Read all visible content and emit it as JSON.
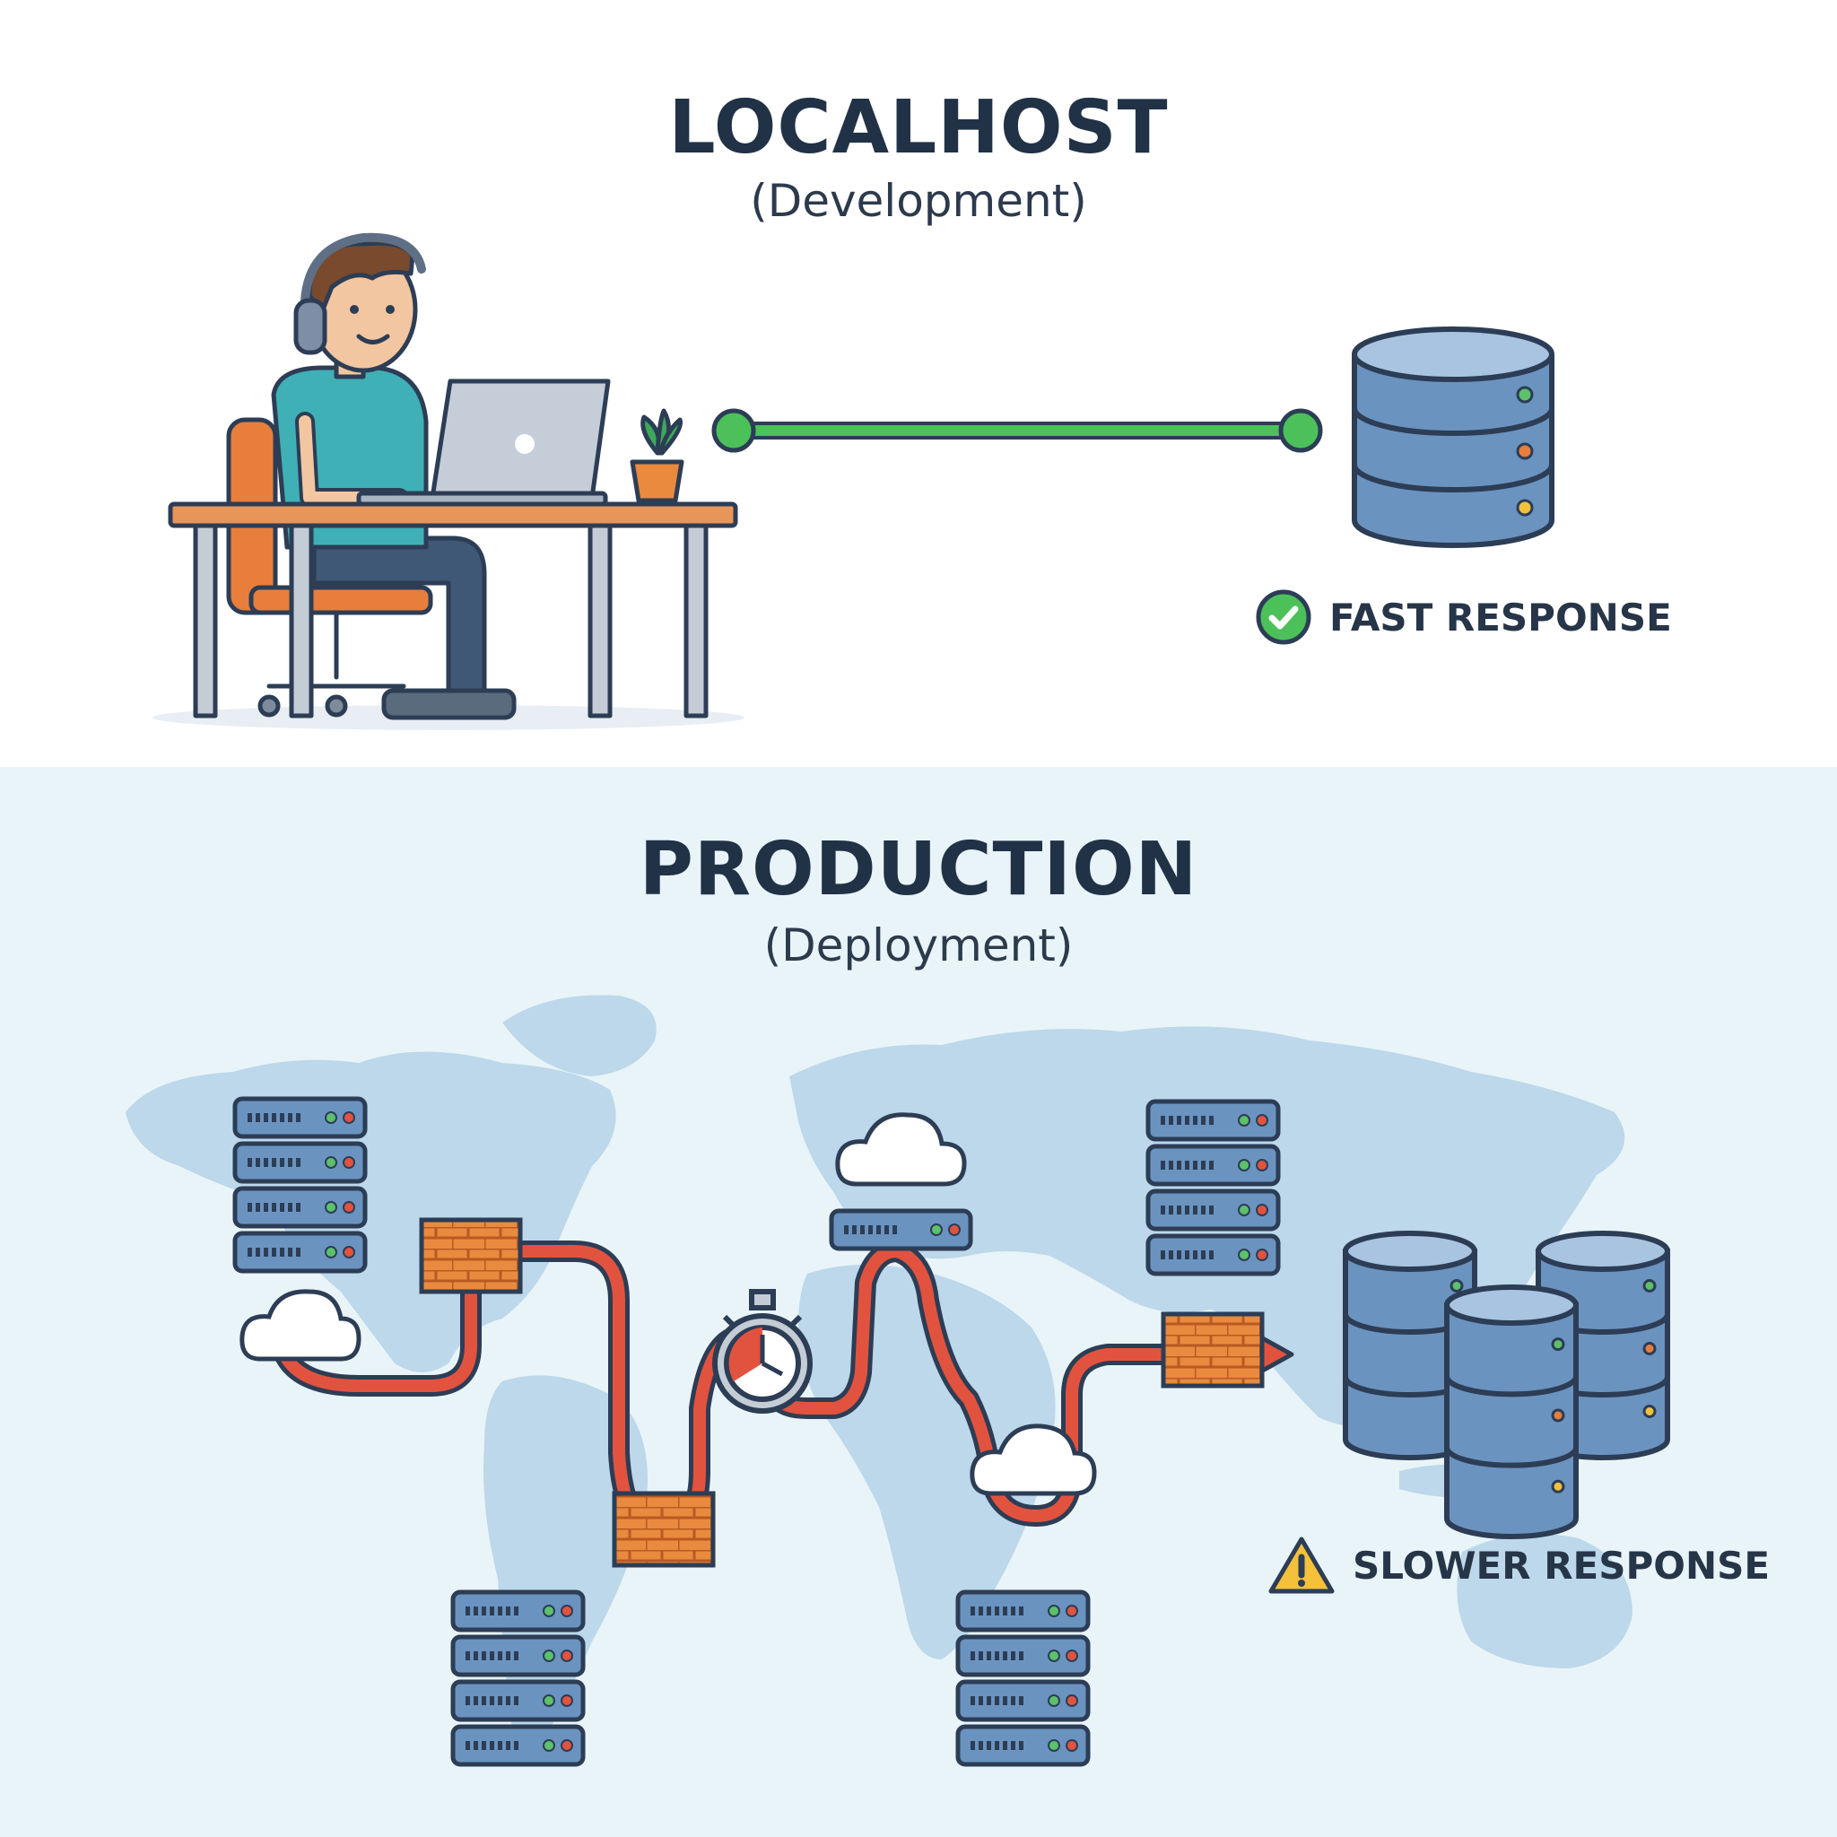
{
  "localhost": {
    "title": "LOCALHOST",
    "subtitle": "(Development)",
    "status_label": "FAST RESPONSE",
    "status_icon": "check-circle-icon"
  },
  "production": {
    "title": "PRODUCTION",
    "subtitle": "(Deployment)",
    "status_label": "SLOWER RESPONSE",
    "status_icon": "warning-triangle-icon"
  },
  "colors": {
    "heading": "#213247",
    "fast_line": "#4cc15a",
    "slow_path": "#e2533f",
    "database": "#6b93c0",
    "map_land": "#bcd8ea",
    "bottom_bg": "#e9f4f8"
  }
}
